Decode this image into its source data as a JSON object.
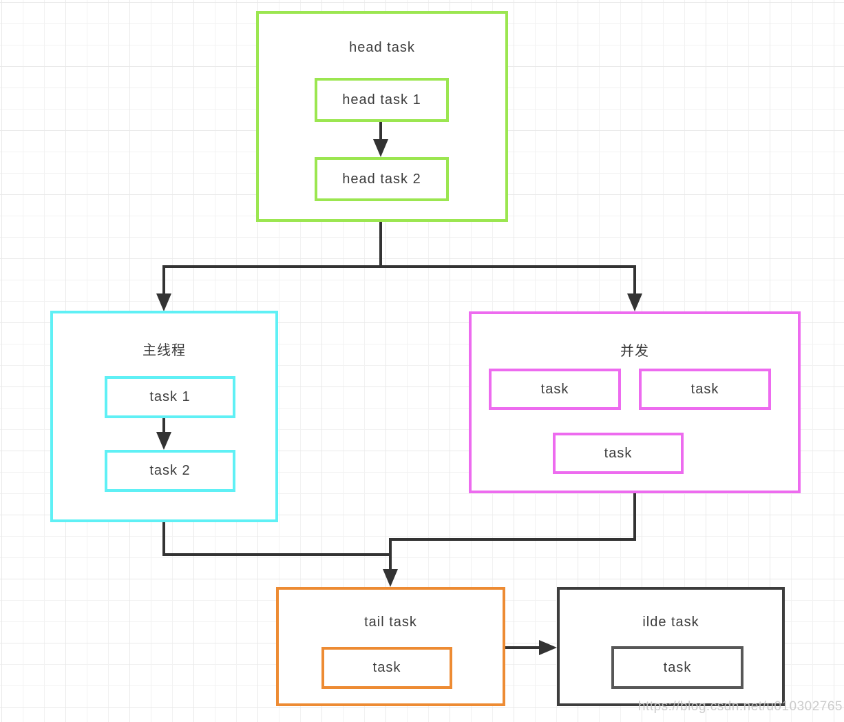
{
  "diagram": {
    "groups": {
      "head": {
        "title": "head task",
        "tasks": [
          "head task 1",
          "head task 2"
        ],
        "border_color": "#9be650"
      },
      "main_thread": {
        "title": "主线程",
        "tasks": [
          "task 1",
          "task 2"
        ],
        "border_color": "#5ff0f5"
      },
      "concurrent": {
        "title": "并发",
        "tasks": [
          "task",
          "task",
          "task"
        ],
        "border_color": "#ed6bef"
      },
      "tail": {
        "title": "tail task",
        "tasks": [
          "task"
        ],
        "border_color": "#ed8b33"
      },
      "idle": {
        "title": "ilde task",
        "tasks": [
          "task"
        ],
        "border_color": "#3d3d3d"
      }
    },
    "edges": [
      {
        "from": "head",
        "to": "main_thread"
      },
      {
        "from": "head",
        "to": "concurrent"
      },
      {
        "from": "main_thread",
        "to": "tail"
      },
      {
        "from": "concurrent",
        "to": "tail"
      },
      {
        "from": "tail",
        "to": "idle"
      }
    ],
    "connector_color": "#333333",
    "watermark": "https://blog.csdn.net/u010302765"
  }
}
